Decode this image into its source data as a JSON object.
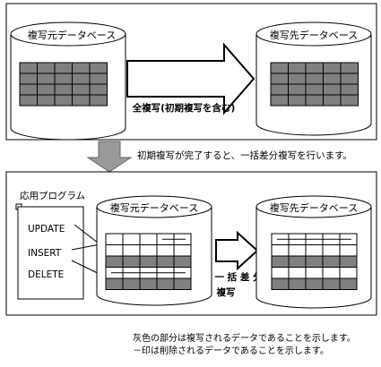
{
  "top_panel": {
    "source_db_label": "複写元データベース",
    "target_db_label": "複写先データベース",
    "arrow_label": "全複写(初期複写を含む)"
  },
  "transition": {
    "text": "初期複写が完了すると、一括差分複写を行います。"
  },
  "bottom_panel": {
    "app_label": "応用プログラム",
    "operations": [
      "UPDATE",
      "INSERT",
      "DELETE"
    ],
    "source_db_label": "複写元データベース",
    "target_db_label": "複写先データベース",
    "arrow_label_line1": "一 括 差 分",
    "arrow_label_line2": "複写"
  },
  "legend": {
    "line1": "灰色の部分は複写されるデータであることを示します。",
    "line2": "－印は削除されるデータであることを示します。"
  },
  "colors": {
    "gray_cell": "#808080",
    "arrow_gray": "#9a9a9a",
    "border": "#000000"
  }
}
